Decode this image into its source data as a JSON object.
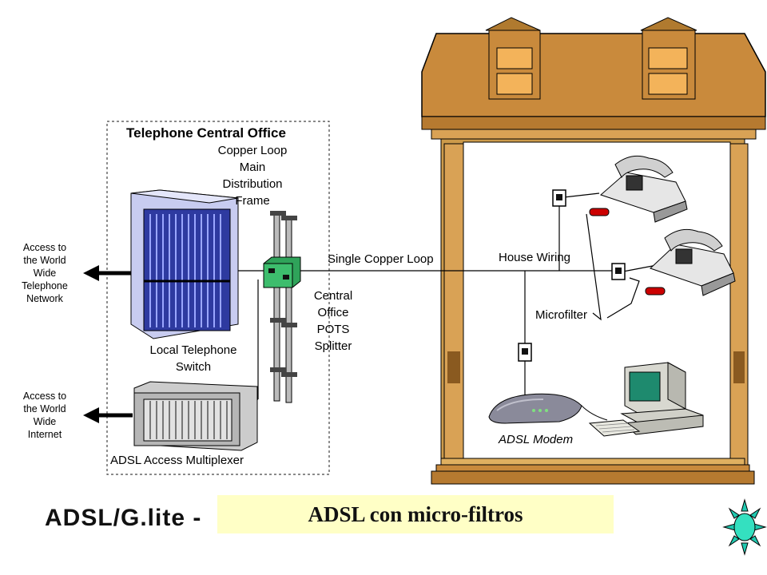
{
  "central_office": {
    "title": "Telephone Central Office",
    "mdf_label": "Copper Loop\nMain\nDistribution\nFrame",
    "switch_label": "Local Telephone\nSwitch",
    "splitter_label": "Central\nOffice\nPOTS\nSplitter",
    "dslam_label": "ADSL Access Multiplexer"
  },
  "external": {
    "telephone_network": "Access to\nthe World\nWide\nTelephone\nNetwork",
    "internet": "Access to\nthe World\nWide\nInternet"
  },
  "link": {
    "single_copper_loop": "Single Copper Loop"
  },
  "house": {
    "house_wiring": "House Wiring",
    "microfilter": "Microfilter",
    "modem": "ADSL Modem"
  },
  "footer": {
    "title": "ADSL/G.lite  -",
    "banner": "ADSL con micro-filtros"
  },
  "colors": {
    "house_wall": "#cc9a4a",
    "roof": "#c98a3c",
    "window": "#f3b35a",
    "splitter": "#2fa35a",
    "banner_bg": "#ffffc6",
    "filter_red": "#cc0000",
    "switch_purple": "#6470c8"
  },
  "icons": [
    "left-arrow-icon",
    "telephone-icon",
    "wall-jack-icon",
    "computer-icon",
    "modem-icon",
    "sun-icon"
  ]
}
